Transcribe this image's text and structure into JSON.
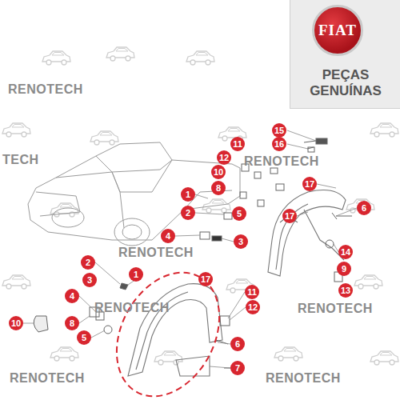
{
  "diagram": {
    "nodes": [
      {
        "text": [
          "PEÇAS GENUÍNAS"
        ]
      },
      {
        "text": [
          "FIAT"
        ],
        "in": 0
      }
    ],
    "labels": [
      "RENOTECH",
      "15",
      "16",
      "11",
      "12",
      "TECH",
      "RENOTECH",
      "10",
      "17",
      "8",
      "1",
      "6",
      "2",
      "5",
      "17",
      "RENOTECH",
      "4",
      "3",
      "14",
      "2",
      "9",
      "1",
      "17",
      "3",
      "13",
      "11",
      "4",
      "RENOTECH",
      "RENOTECH",
      "12",
      "10",
      "8",
      "5",
      "6",
      "7",
      "RENOTECH",
      "RENOTECH"
    ]
  }
}
